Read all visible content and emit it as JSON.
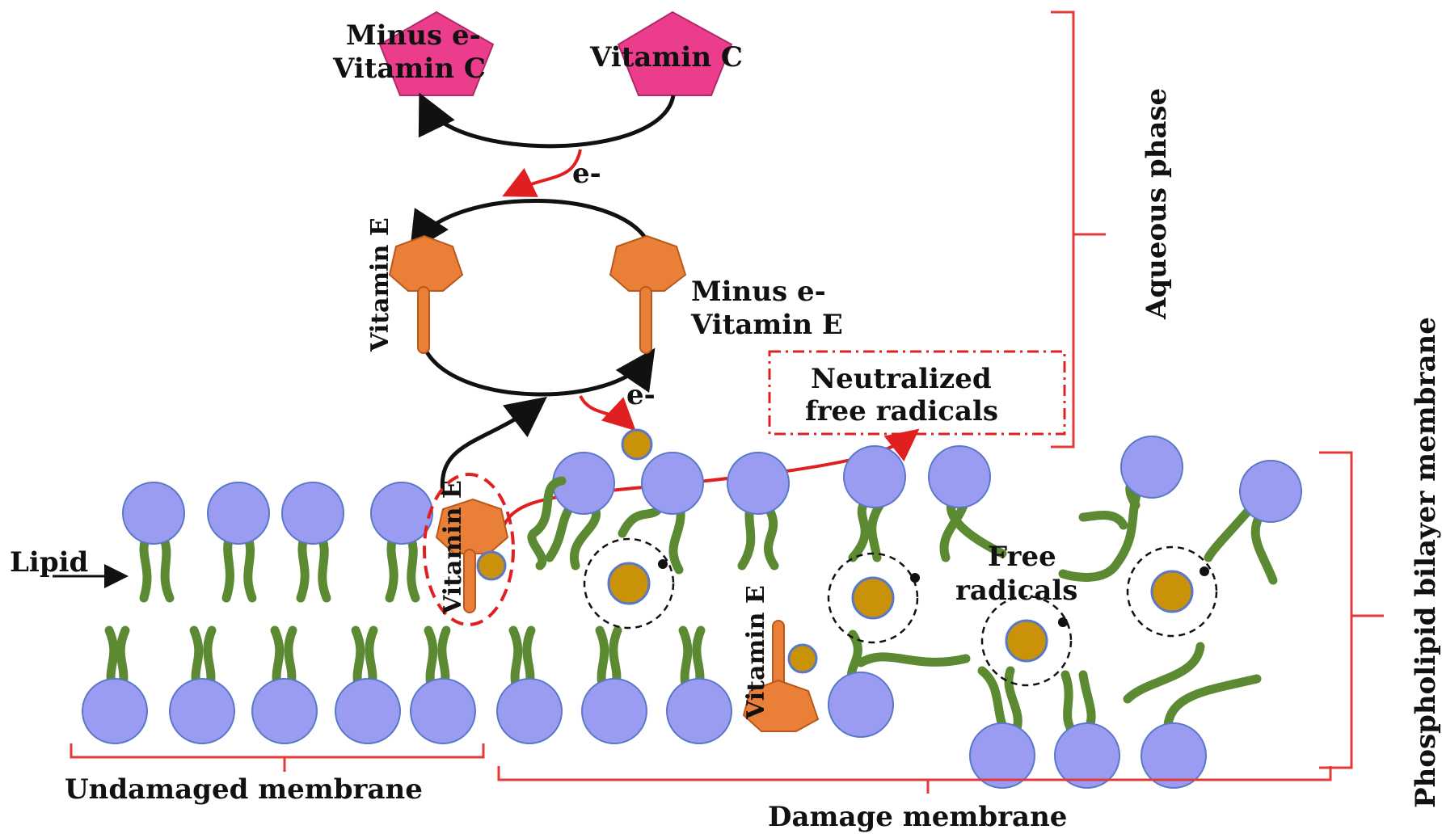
{
  "labels": {
    "minus_e_vitamin_c_line1": "Minus e-",
    "minus_e_vitamin_c_line2": "Vitamin C",
    "vitamin_c": "Vitamin C",
    "e_minus_top": "e-",
    "vitamin_e_left": "Vitamin E",
    "minus_e_vitamin_e_line1": "Minus e-",
    "minus_e_vitamin_e_line2": "Vitamin E",
    "e_minus_bottom": "e-",
    "neutralized_line1": "Neutralized",
    "neutralized_line2": "free radicals",
    "aqueous_phase": "Aqueous phase",
    "phospholipid_bilayer": "Phospholipid bilayer membrane",
    "lipid": "Lipid",
    "vitamin_e_membrane": "Vitamin E",
    "vitamin_e_damaged": "Vitamin E",
    "free_radicals_line1": "Free",
    "free_radicals_line2": "radicals",
    "undamaged_membrane": "Undamaged membrane",
    "damage_membrane": "Damage membrane"
  },
  "colors": {
    "vitamin_c": "#ec3d8c",
    "vitamin_e": "#ea8038",
    "lipid_head": "#9a9cf2",
    "lipid_tail": "#5b8a32",
    "radical_core": "#c99208",
    "electron_arrow": "#e02020",
    "brace": "#e03a3a"
  }
}
